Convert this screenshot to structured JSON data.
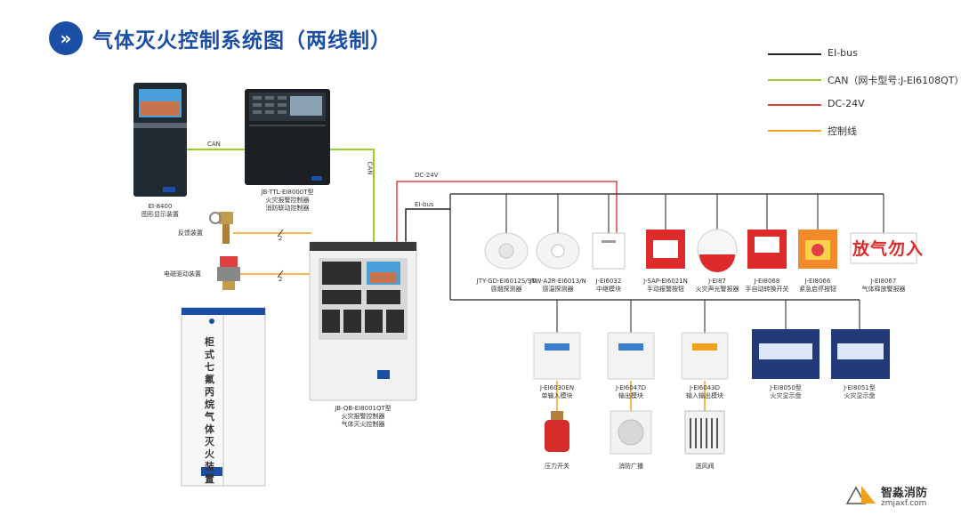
{
  "header": {
    "badge": "»",
    "title": "气体灭火控制系统图（两线制）"
  },
  "legend": [
    {
      "label": "EI-bus",
      "color": "#222222"
    },
    {
      "label": "CAN（网卡型号:J-EI6108QT）",
      "color": "#9ccc2b"
    },
    {
      "label": "DC-24V",
      "color": "#e04040"
    },
    {
      "label": "控制线",
      "color": "#f0a21c"
    }
  ],
  "colors": {
    "brand": "#1b4fa6",
    "ebus": "#222222",
    "can": "#9ccc2b",
    "dc24": "#e04040",
    "control": "#f0a21c"
  },
  "wires": {
    "can_h": "CAN",
    "can_v": "CAN",
    "dc24": "DC-24V",
    "eibus": "EI-bus",
    "ctrl_count_1": "2",
    "ctrl_count_2": "2"
  },
  "side_devices": {
    "valve_label": "反馈装置",
    "solenoid_label": "电磁驱动装置"
  },
  "cabinet_text": "柜式七氟丙烷气体灭火装置",
  "top_devices": {
    "graphic": {
      "code": "EI-8400",
      "name": "图形显示装置"
    },
    "linkage": {
      "code": "JB-TTL-EI8000T型",
      "name1": "火灾报警控制器",
      "name2": "消防联动控制器"
    },
    "main": {
      "code": "JB-QB-EI8001QT型",
      "name1": "火灾报警控制器",
      "name2": "气体灭火控制器"
    }
  },
  "bus_devices": [
    {
      "code": "JTY-GD-EI6012S/SN",
      "name": "感烟探测器"
    },
    {
      "code": "JTW-A2R-EI6013/N",
      "name": "感温探测器"
    },
    {
      "code": "J-EI6032",
      "name": "中继模块"
    },
    {
      "code": "J-SAP-EI6021N",
      "name": "手动报警按钮"
    },
    {
      "code": "J-EI87",
      "name": "火灾声光警报器"
    },
    {
      "code": "J-EI8068",
      "name": "手自动转换开关"
    },
    {
      "code": "J-EI8066",
      "name": "紧急启停按钮"
    },
    {
      "code": "J-EI8067",
      "name": "气体释放警报器",
      "sign": "放气勿入"
    }
  ],
  "bottom_devices": [
    {
      "code": "J-EI6030EN",
      "name": "单输入模块"
    },
    {
      "code": "J-EI6047D",
      "name": "输出模块"
    },
    {
      "code": "J-EI6043D",
      "name": "输入输出模块"
    },
    {
      "code": "J-EI8050型",
      "name": "火灾显示盘"
    },
    {
      "code": "J-EI8051型",
      "name": "火灾显示盘"
    }
  ],
  "end_devices": [
    {
      "name": "压力开关"
    },
    {
      "name": "消防广播"
    },
    {
      "name": "送风阀"
    }
  ],
  "watermark": {
    "name": "智淼消防",
    "url": "zmjaxf.com"
  }
}
